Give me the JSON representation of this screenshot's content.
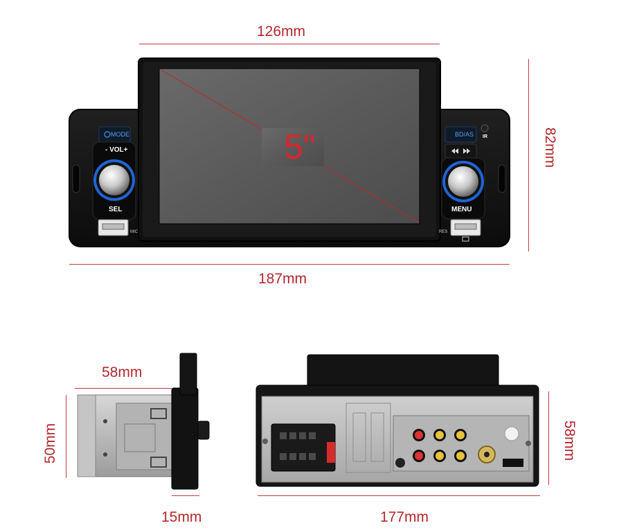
{
  "front_view": {
    "screen_width_label": "126mm",
    "total_width_label": "187mm",
    "height_label": "82mm",
    "screen_size_label": "5\"",
    "left_panel": {
      "mode_label": "MODE",
      "vol_label": "- VOL+",
      "sel_label": "SEL",
      "mic_label": "MIC"
    },
    "right_panel": {
      "bd_as_label": "BD/AS",
      "ir_label": "IR",
      "menu_label": "MENU",
      "res_label": "RES"
    }
  },
  "side_view": {
    "depth_label": "58mm",
    "height_label": "50mm",
    "faceplate_label": "15mm"
  },
  "rear_view": {
    "width_label": "177mm",
    "height_label": "58mm"
  }
}
